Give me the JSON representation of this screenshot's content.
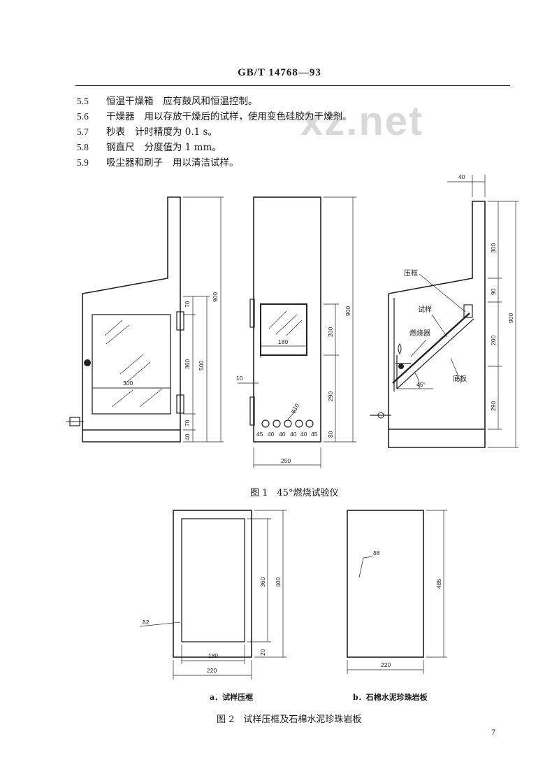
{
  "header": "GB/T 14768—93",
  "watermark": "xz.net",
  "items": [
    {
      "num": "5.5",
      "term": "恒温干燥箱",
      "desc": "应有鼓风和恒温控制。"
    },
    {
      "num": "5.6",
      "term": "干燥器",
      "desc": "用以存放干燥后的试样，使用变色硅胶为干燥剂。"
    },
    {
      "num": "5.7",
      "term": "秒表",
      "desc": "计时精度为 0.1 s。"
    },
    {
      "num": "5.8",
      "term": "钢直尺",
      "desc": "分度值为 1 mm。"
    },
    {
      "num": "5.9",
      "term": "吸尘器和刷子",
      "desc": "用以清洁试样。"
    }
  ],
  "figure1": {
    "caption": "图 1　45°燃烧试验仪",
    "left_view": {
      "dims": [
        "70",
        "360",
        "500",
        "900",
        "70",
        "40",
        "300"
      ]
    },
    "front_view": {
      "dims": [
        "200",
        "900",
        "290",
        "180",
        "10",
        "φ10",
        "45",
        "40",
        "40",
        "40",
        "40",
        "45",
        "80",
        "250"
      ]
    },
    "side_view": {
      "dims": [
        "40",
        "300",
        "90",
        "200",
        "900",
        "290",
        "45°"
      ],
      "labels": {
        "press_frame": "压框",
        "sample": "试样",
        "burner": "燃烧器",
        "bottom_plate": "底板"
      }
    }
  },
  "figure2": {
    "caption": "图 2　试样压框及石棉水泥珍珠岩板",
    "a": {
      "label": "a．试样压框",
      "dims": [
        "360",
        "400",
        "20",
        "180",
        "220",
        "δ2"
      ]
    },
    "b": {
      "label": "b．石棉水泥珍珠岩板",
      "dims": [
        "485",
        "220",
        "δ8"
      ]
    }
  },
  "page_number": "7"
}
